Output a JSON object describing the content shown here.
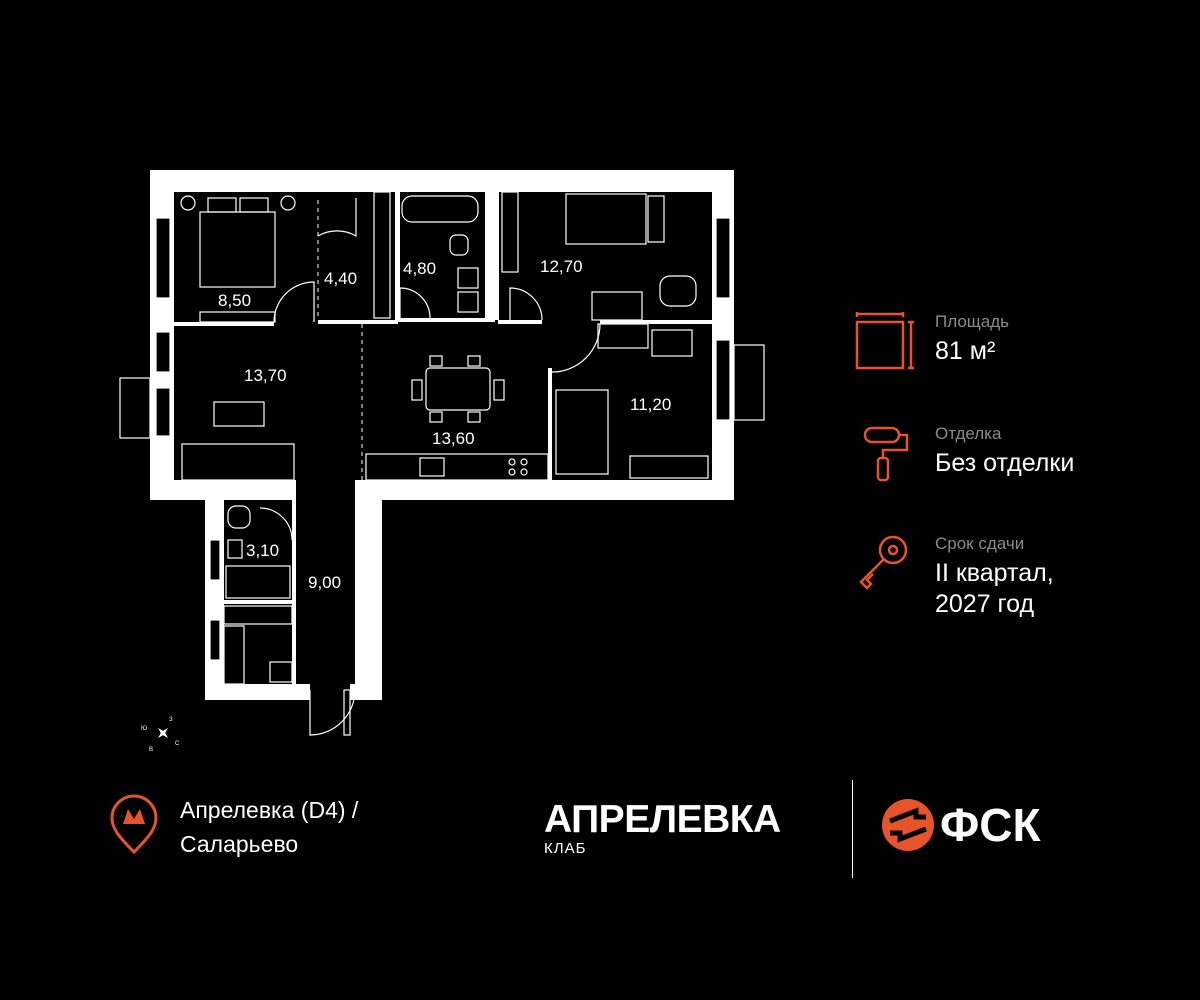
{
  "rooms": [
    {
      "area": "8,50"
    },
    {
      "area": "4,40"
    },
    {
      "area": "4,80"
    },
    {
      "area": "12,70"
    },
    {
      "area": "13,70"
    },
    {
      "area": "13,60"
    },
    {
      "area": "11,20"
    },
    {
      "area": "3,10"
    },
    {
      "area": "9,00"
    }
  ],
  "compass": {
    "n": "З",
    "e": "С",
    "s": "В",
    "w": "Ю"
  },
  "info": {
    "area_label": "Площадь",
    "area_value": "81 м²",
    "finish_label": "Отделка",
    "finish_value": "Без отделки",
    "delivery_label": "Срок сдачи",
    "delivery_line1": "II квартал,",
    "delivery_line2": "2027 год"
  },
  "metro": {
    "line1": "Апрелевка (D4)  /",
    "line2": "Саларьево",
    "icon": "metro-pin-icon"
  },
  "brand": {
    "name": "АПРЕЛЕВКА",
    "sub": "КЛАБ"
  },
  "developer": {
    "name": "ФСК",
    "logo_icon": "fsk-logo-icon"
  },
  "colors": {
    "accent": "#E8542A",
    "background": "#000000",
    "text": "#FFFFFF",
    "muted": "#8A8A8A"
  }
}
